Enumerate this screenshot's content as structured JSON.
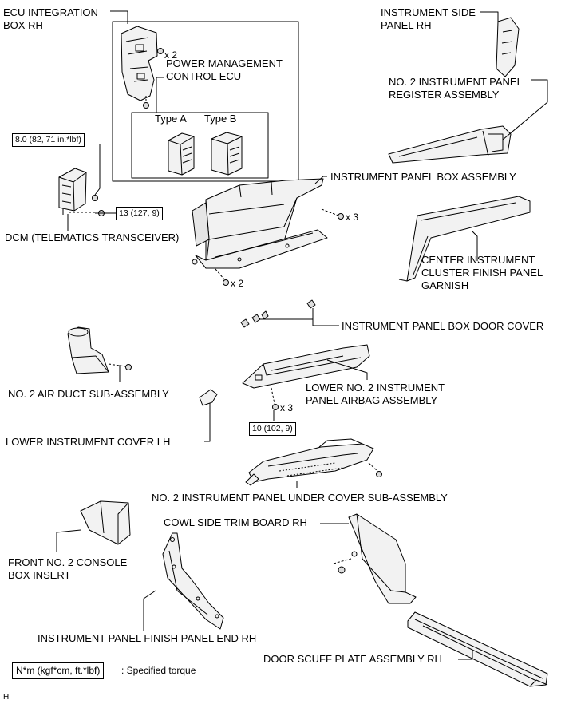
{
  "labels": {
    "ecu_integration_box": "ECU INTEGRATION\nBOX RH",
    "power_management_ecu": "POWER MANAGEMENT\nCONTROL ECU",
    "type_a": "Type A",
    "type_b": "Type B",
    "instrument_side_panel": "INSTRUMENT SIDE\nPANEL RH",
    "register_assembly": "NO. 2 INSTRUMENT PANEL\nREGISTER ASSEMBLY",
    "panel_box_assembly": "INSTRUMENT PANEL BOX ASSEMBLY",
    "dcm": "DCM (TELEMATICS TRANSCEIVER)",
    "center_cluster_garnish": "CENTER INSTRUMENT\nCLUSTER FINISH PANEL\nGARNISH",
    "box_door_cover": "INSTRUMENT PANEL BOX DOOR COVER",
    "air_duct": "NO. 2 AIR DUCT SUB-ASSEMBLY",
    "airbag_assembly": "LOWER NO. 2 INSTRUMENT\nPANEL AIRBAG ASSEMBLY",
    "lower_cover_lh": "LOWER INSTRUMENT COVER LH",
    "under_cover": "NO. 2 INSTRUMENT PANEL UNDER COVER SUB-ASSEMBLY",
    "cowl_side_trim": "COWL SIDE TRIM BOARD RH",
    "console_box_insert": "FRONT NO. 2 CONSOLE\nBOX INSERT",
    "finish_panel_end": "INSTRUMENT PANEL FINISH PANEL END RH",
    "door_scuff_plate": "DOOR SCUFF PLATE ASSEMBLY RH"
  },
  "torques": {
    "dcm_nut": "8.0 (82, 71 in.*lbf)",
    "dcm_bolt": "13 (127, 9)",
    "airbag_bolt": "10 (102, 9)"
  },
  "quantities": {
    "ecu_nuts": "x 2",
    "box_screws": "x 3",
    "box_clips": "x 2",
    "airbag_bolts": "x 3"
  },
  "legend": {
    "unit": "N*m (kgf*cm, ft.*lbf)",
    "description": ": Specified torque"
  },
  "figure_code": "H"
}
